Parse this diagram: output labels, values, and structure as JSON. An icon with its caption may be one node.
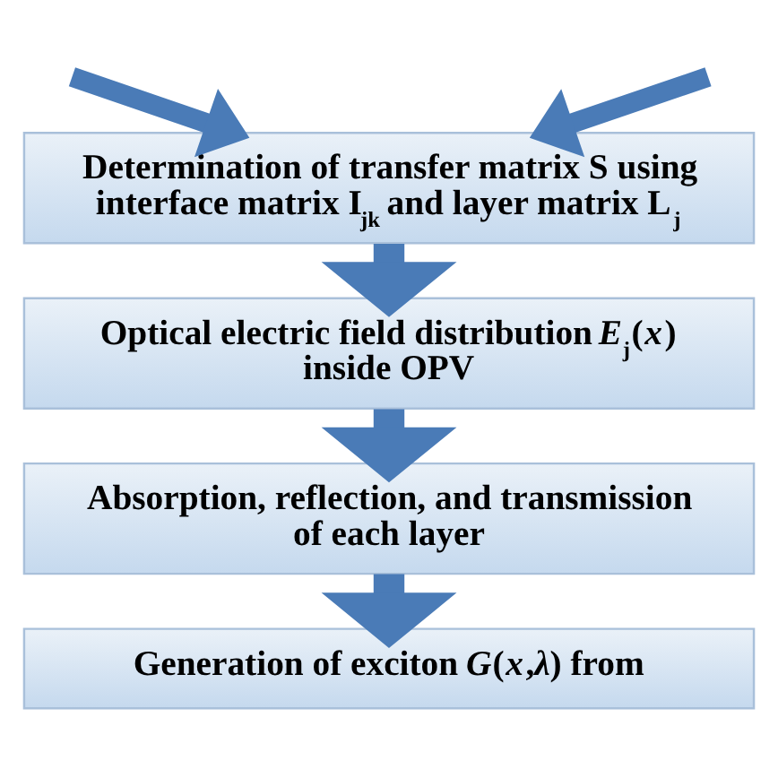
{
  "diagram": {
    "nodes": [
      {
        "text": [
          "Determination of transfer matrix S using interface matrix I$_{jk}$ and layer matrix L$_{j}$"
        ]
      },
      {
        "text": [
          "Optical electric field distribution *E*$_{j}$(*x*) inside OPV"
        ]
      },
      {
        "text": [
          "Absorption, reflection, and transmission of each layer"
        ]
      },
      {
        "text": [
          "Generation of exciton *G*(*x*,*λ*) from"
        ]
      }
    ],
    "edges": [
      {
        "from": null,
        "to": 0,
        "arrow": "to"
      },
      {
        "from": null,
        "to": 0,
        "arrow": "to"
      },
      {
        "from": 0,
        "to": 1,
        "arrow": "to"
      },
      {
        "from": 1,
        "to": 2,
        "arrow": "to"
      },
      {
        "from": 2,
        "to": 3,
        "arrow": "to"
      }
    ]
  }
}
